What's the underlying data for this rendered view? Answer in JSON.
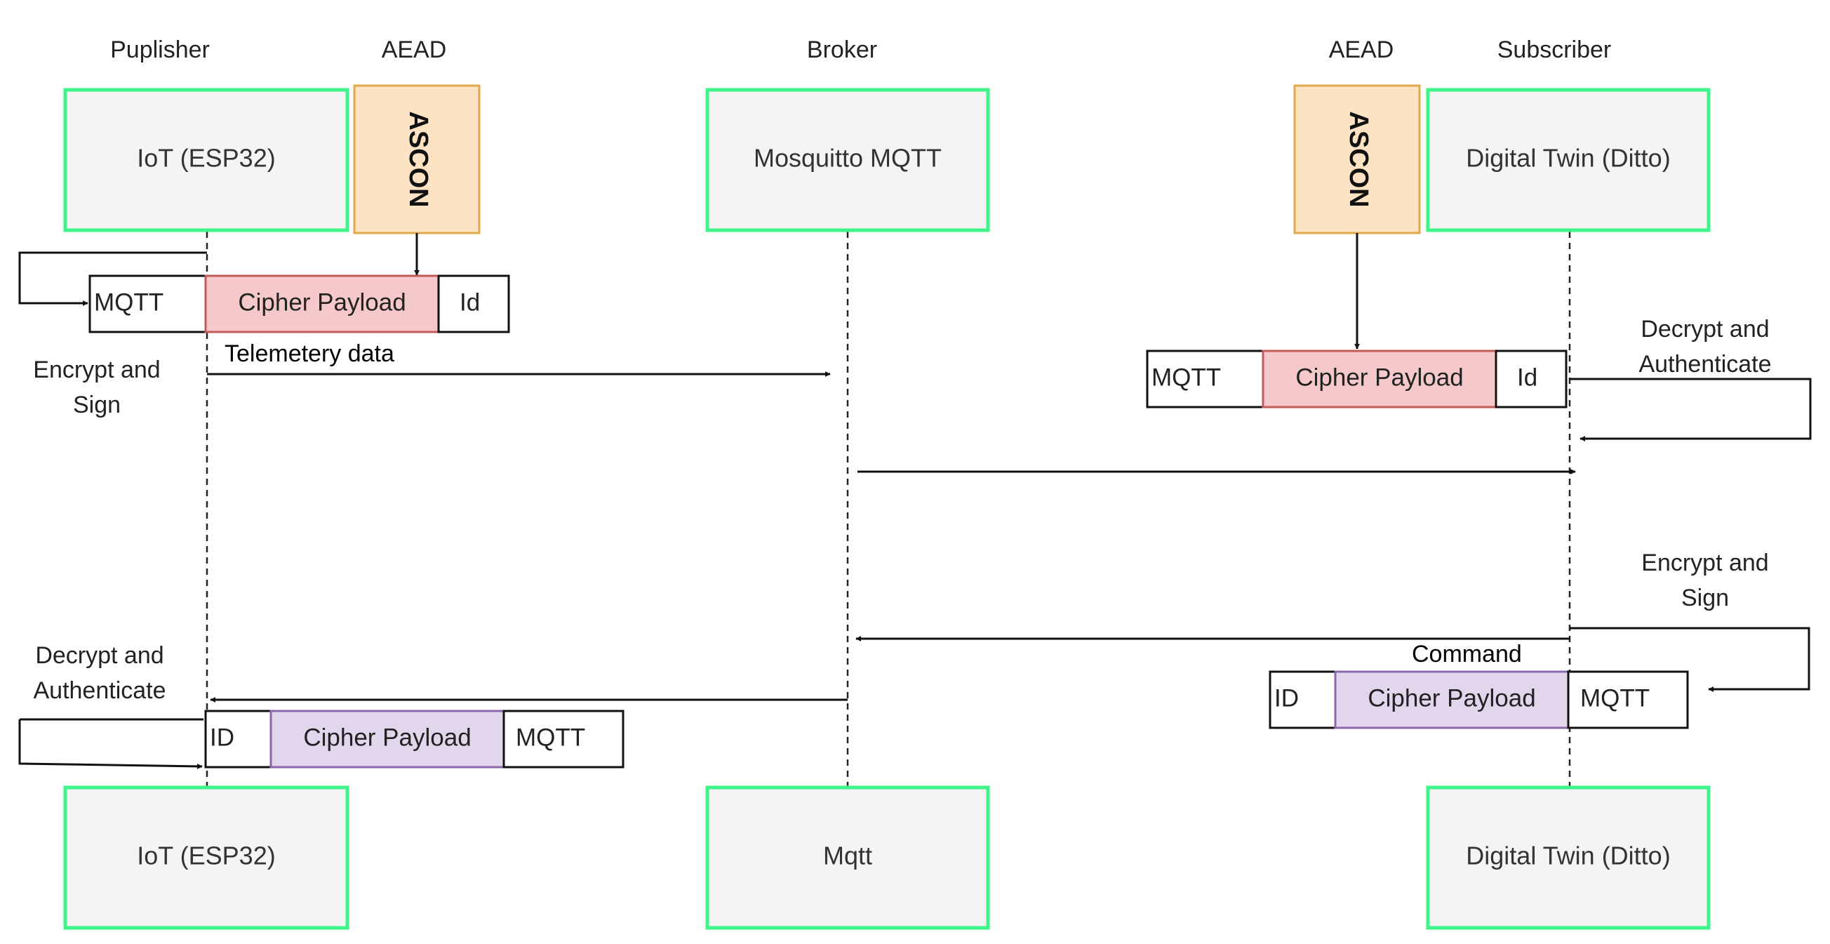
{
  "roles": {
    "publisher": "Puplisher",
    "aead_left": "AEAD",
    "broker": "Broker",
    "aead_right": "AEAD",
    "subscriber": "Subscriber"
  },
  "participants_top": {
    "iot": "IoT (ESP32)",
    "broker": "Mosquitto MQTT",
    "twin": "Digital Twin (Ditto)"
  },
  "participants_bottom": {
    "iot": "IoT (ESP32)",
    "broker": "Mqtt",
    "twin": "Digital Twin (Ditto)"
  },
  "cipher": {
    "left": "ASCON",
    "right": "ASCON"
  },
  "packets": {
    "publish": {
      "header": "MQTT",
      "payload": "Cipher Payload",
      "id": "Id"
    },
    "deliver": {
      "header": "MQTT",
      "payload": "Cipher Payload",
      "id": "Id"
    },
    "command_sub": {
      "id": "ID",
      "payload": "Cipher Payload",
      "header": "MQTT"
    },
    "command_iot": {
      "id": "ID",
      "payload": "Cipher Payload",
      "header": "MQTT"
    }
  },
  "messages": {
    "telemetry": "Telemetery data",
    "command": "Command"
  },
  "notes": {
    "pub_encrypt_line1": "Encrypt and",
    "pub_encrypt_line2": "Sign",
    "sub_decrypt_line1": "Decrypt and",
    "sub_decrypt_line2": "Authenticate",
    "sub_encrypt_line1": "Encrypt and",
    "sub_encrypt_line2": "Sign",
    "pub_decrypt_line1": "Decrypt and",
    "pub_decrypt_line2": "Authenticate"
  },
  "colors": {
    "participant_border": "#3ff58a",
    "participant_fill": "#f4f4f4",
    "ascon_fill": "#fde3c3",
    "ascon_border": "#e0a84a",
    "red_payload_fill": "#f5c9c9",
    "red_payload_border": "#c25a5a",
    "purple_payload_fill": "#e2d6ec",
    "purple_payload_border": "#8c67a8"
  }
}
